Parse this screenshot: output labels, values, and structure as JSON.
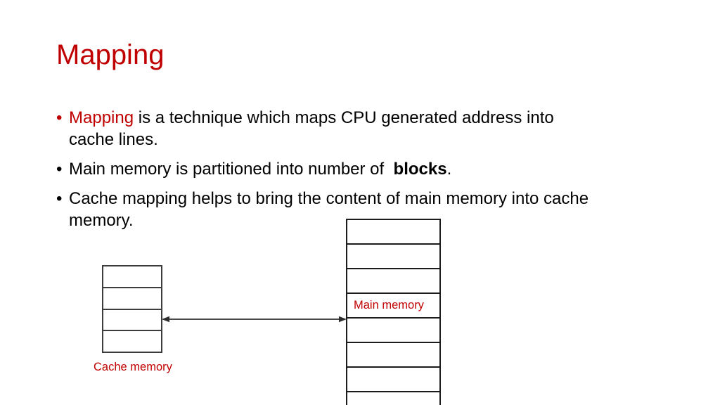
{
  "slide": {
    "title": "Mapping",
    "colors": {
      "accent_red": "#C00000",
      "body_text": "#000000",
      "cache_border": "#3d3d3d",
      "main_border": "#1c1c1c",
      "arrow": "#2e2e2e"
    },
    "bullets": [
      {
        "marker": "red",
        "lines": [
          [
            {
              "t": "Mapping",
              "s": "red"
            },
            {
              "t": " is a technique which maps CPU generated address into",
              "s": ""
            }
          ],
          [
            {
              "t": "cache lines.",
              "s": ""
            }
          ]
        ]
      },
      {
        "marker": "black",
        "lines": [
          [
            {
              "t": "Main memory is partitioned into number of  ",
              "s": ""
            },
            {
              "t": "blocks",
              "s": "bold"
            },
            {
              "t": ".",
              "s": ""
            }
          ]
        ]
      },
      {
        "marker": "black",
        "lines": [
          [
            {
              "t": "Cache mapping helps to bring the content of main memory into cache",
              "s": ""
            }
          ],
          [
            {
              "t": "memory.",
              "s": ""
            }
          ]
        ]
      }
    ],
    "diagram": {
      "cache_label": "Cache memory",
      "main_label": "Main memory",
      "cache_cell_count": 4,
      "main_cell_count": 8,
      "arrow_type": "double-headed"
    }
  }
}
